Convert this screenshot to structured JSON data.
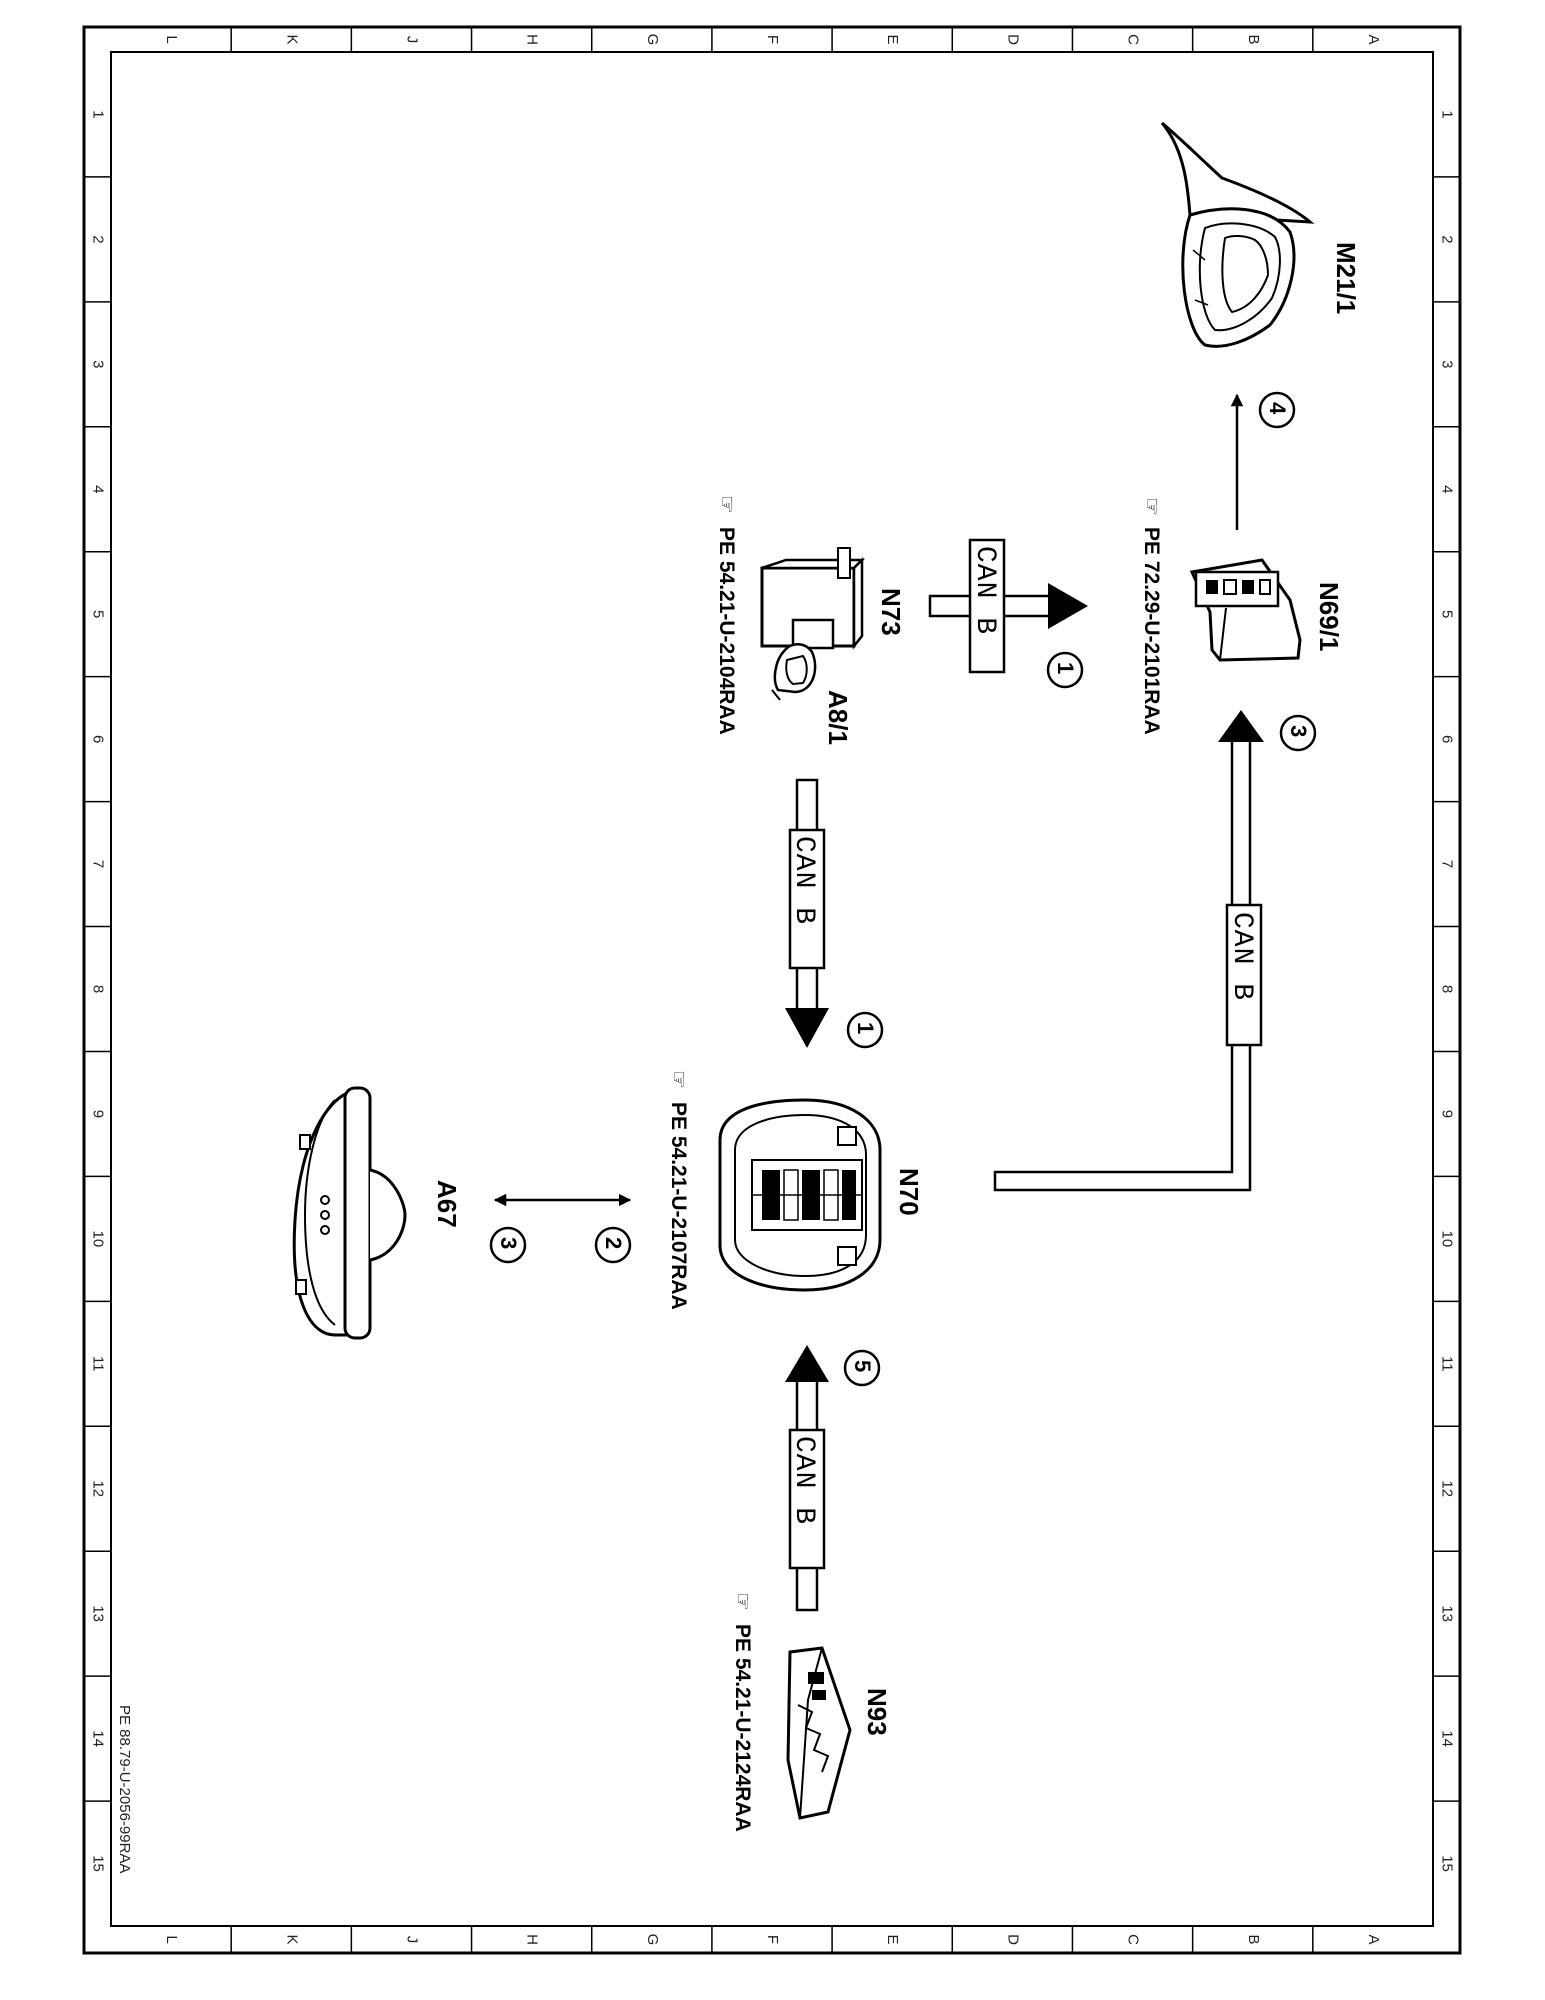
{
  "grid": {
    "letters": [
      "L",
      "K",
      "J",
      "H",
      "G",
      "F",
      "E",
      "D",
      "C",
      "B",
      "A"
    ],
    "numbers": [
      "1",
      "2",
      "3",
      "4",
      "5",
      "6",
      "7",
      "8",
      "9",
      "10",
      "11",
      "12",
      "13",
      "14",
      "15"
    ]
  },
  "drawing_id": "PE 88.79-U-2056-99RAA",
  "components": {
    "m21_1": {
      "label": "M21/1"
    },
    "n69_1": {
      "label": "N69/1",
      "ref": "PE 72.29-U-2101RAA"
    },
    "n73": {
      "label": "N73"
    },
    "a8_1": {
      "label": "A8/1",
      "ref": "PE 54.21-U-2104RAA"
    },
    "n70": {
      "label": "N70",
      "ref": "PE 54.21-U-2107RAA"
    },
    "a67": {
      "label": "A67"
    },
    "n93": {
      "label": "N93",
      "ref": "PE 54.21-U-2124RAA"
    }
  },
  "bus": {
    "label": "CAN B"
  },
  "steps": [
    "1",
    "2",
    "3",
    "4",
    "5"
  ]
}
